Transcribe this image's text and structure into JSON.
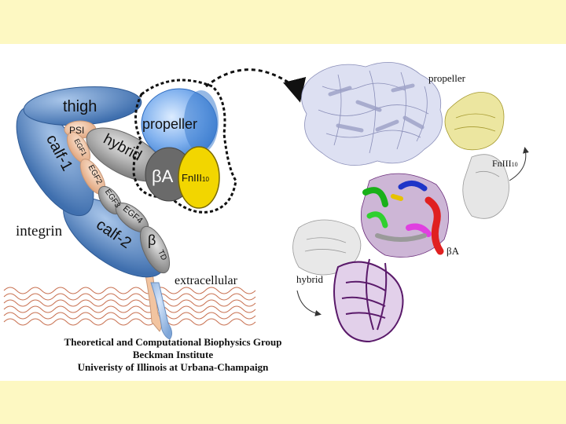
{
  "domains": {
    "thigh": "thigh",
    "psi": "PSI",
    "hybrid": "hybrid",
    "propeller": "propeller",
    "calf1": "calf-1",
    "egf1": "EGF1",
    "egf2": "EGF2",
    "egf3": "EGF3",
    "egf4": "EGF4",
    "calf2": "calf-2",
    "beta_a_symbol": "β",
    "beta_a_letter": "A",
    "fniii_main": "FnIII",
    "fniii_sub": "10",
    "beta_td_symbol": "β",
    "beta_td_letter": "TD"
  },
  "labels": {
    "integrin": "integrin",
    "extracellular": "extracellular"
  },
  "structure_labels": {
    "propeller": "propeller",
    "fniii_main": "FnIII",
    "fniii_sub": "10",
    "beta_a": "βA",
    "hybrid": "hybrid"
  },
  "credits": {
    "line1": "Theoretical and Computational Biophysics Group",
    "line2": "Beckman Institute",
    "line3": "Univeristy of Illinois at Urbana-Champaign"
  },
  "colors": {
    "band": "#fdf8c2",
    "domain_blue": "#4f81bd",
    "egf_peach": "#f2c4a0",
    "gray": "#8c8c8c",
    "fniii_yellow": "#f2d600",
    "propeller_blue": "#6aa0e6",
    "membrane": "#c87050"
  }
}
